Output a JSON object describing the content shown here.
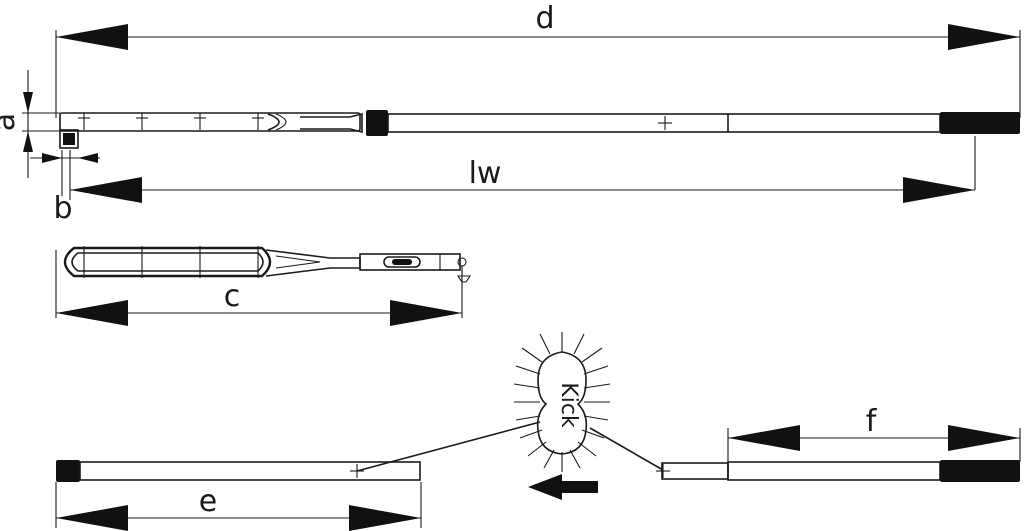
{
  "labels": {
    "d": "d",
    "a": "a",
    "b": "b",
    "lw": "lw",
    "c": "c",
    "e": "e",
    "f": "f",
    "kick": "Kick"
  },
  "colors": {
    "line": "#1a1a1a",
    "fill": "#111111",
    "background": "#ffffff"
  }
}
